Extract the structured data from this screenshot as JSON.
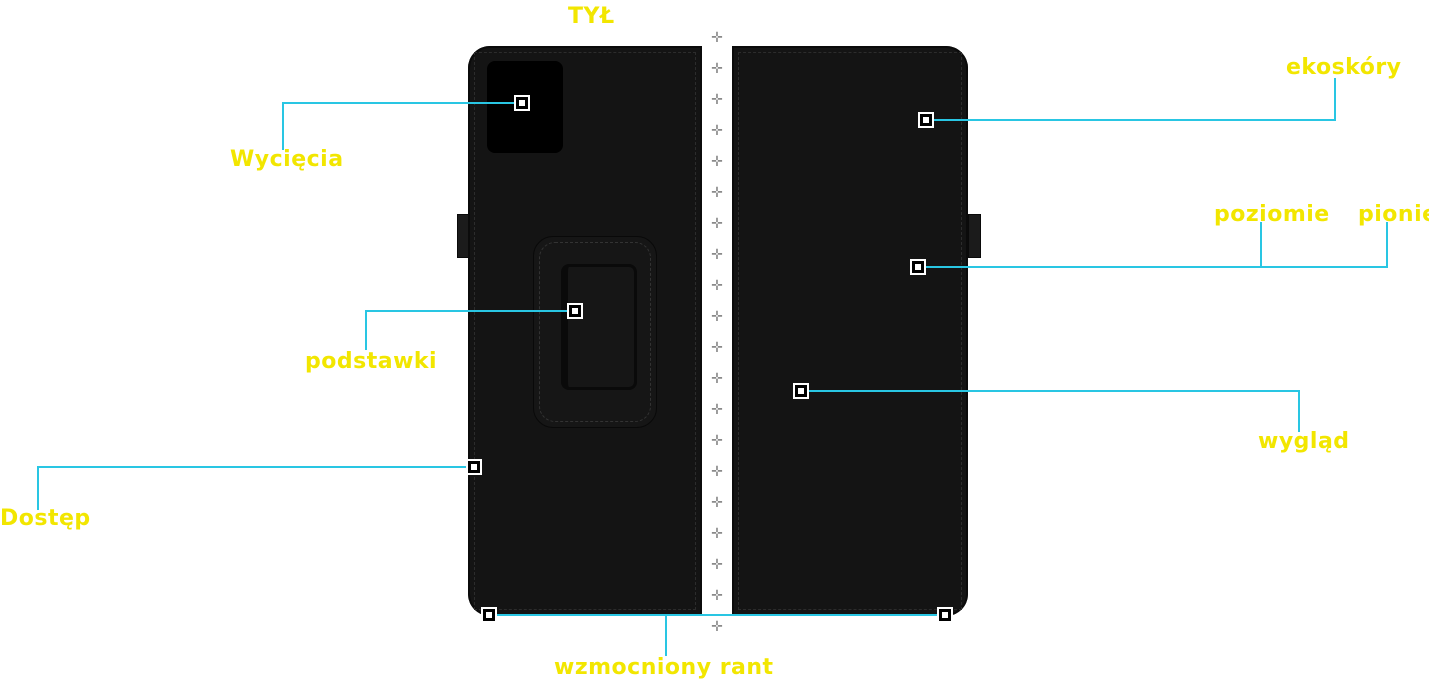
{
  "title": "TYŁ",
  "labels": {
    "cutouts": "Wycięcia",
    "stand": "podstawki",
    "access": "Dostęp",
    "eco_leather": "ekoskóry",
    "horizontal": "poziomie",
    "vertical": "pionie",
    "look": "wygląd",
    "reinforced_edge": "wzmocniony rant"
  },
  "colors": {
    "label": "#f2e600",
    "callout_line": "#29c6e3",
    "case": "#141414"
  },
  "icons": {
    "marker": "square-dot-marker",
    "stitch": "cross-stitch-icon"
  }
}
